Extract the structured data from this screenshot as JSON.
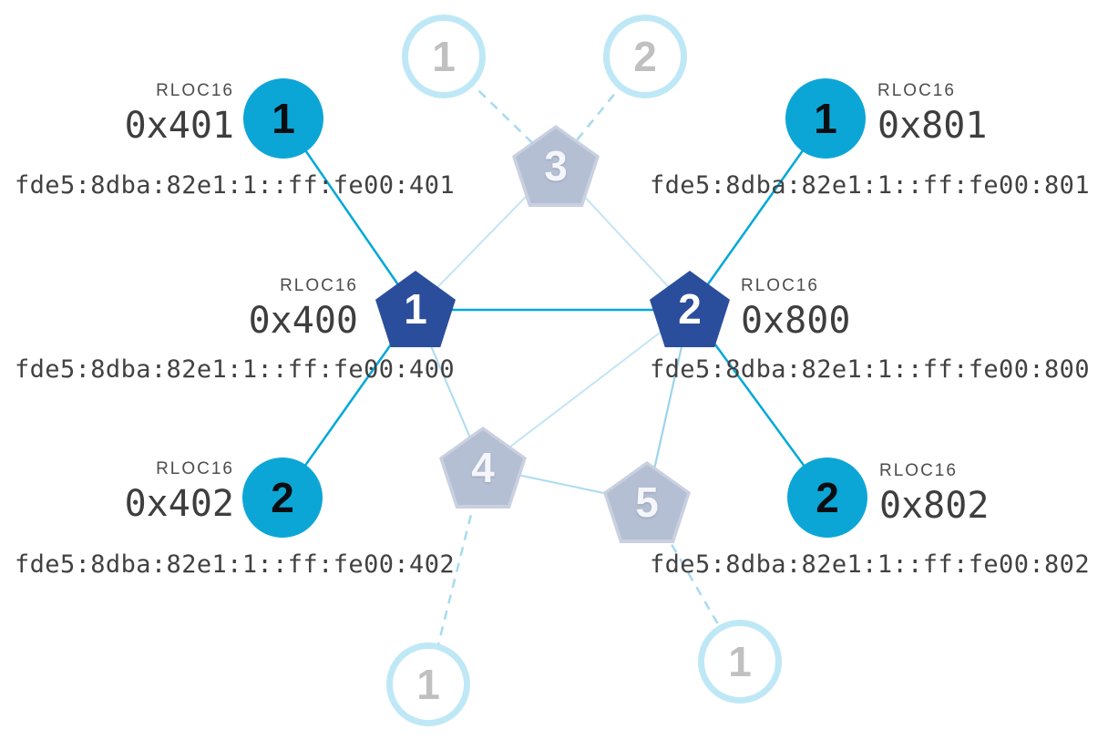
{
  "diagram": {
    "title": "thread-network-rloc16-topology",
    "rloc16_label": "RLOC16",
    "colors": {
      "router_active_fill": "#2b4e9c",
      "router_faded_fill": "#b5bfd4",
      "child_active_fill": "#0ca6d6",
      "ghost_circle_ring": "#bfe8f6",
      "link_child": "#00a8d8",
      "link_mesh": "#c3e5f5",
      "link_dashed": "#a7daef",
      "caption_gray": "#4d4d4d",
      "value_dark": "#3e3e3e"
    },
    "routers": [
      {
        "id": "router-1",
        "number": "1",
        "state": "active",
        "rloc16": "0x400",
        "ipv6": "fde5:8dba:82e1:1::ff:fe00:400"
      },
      {
        "id": "router-2",
        "number": "2",
        "state": "active",
        "rloc16": "0x800",
        "ipv6": "fde5:8dba:82e1:1::ff:fe00:800"
      },
      {
        "id": "router-3",
        "number": "3",
        "state": "faded"
      },
      {
        "id": "router-4",
        "number": "4",
        "state": "faded"
      },
      {
        "id": "router-5",
        "number": "5",
        "state": "faded"
      }
    ],
    "children": [
      {
        "id": "child-401",
        "number": "1",
        "state": "active",
        "parent": "router-1",
        "rloc16": "0x401",
        "ipv6": "fde5:8dba:82e1:1::ff:fe00:401"
      },
      {
        "id": "child-402",
        "number": "2",
        "state": "active",
        "parent": "router-1",
        "rloc16": "0x402",
        "ipv6": "fde5:8dba:82e1:1::ff:fe00:402"
      },
      {
        "id": "child-801",
        "number": "1",
        "state": "active",
        "parent": "router-2",
        "rloc16": "0x801",
        "ipv6": "fde5:8dba:82e1:1::ff:fe00:801"
      },
      {
        "id": "child-802",
        "number": "2",
        "state": "active",
        "parent": "router-2",
        "rloc16": "0x802",
        "ipv6": "fde5:8dba:82e1:1::ff:fe00:802"
      },
      {
        "id": "child-top-1",
        "number": "1",
        "state": "inactive",
        "parent": "router-3"
      },
      {
        "id": "child-top-2",
        "number": "2",
        "state": "inactive",
        "parent": "router-3"
      },
      {
        "id": "child-bottom-left-1",
        "number": "1",
        "state": "inactive",
        "parent": "router-4"
      },
      {
        "id": "child-bottom-right-1",
        "number": "1",
        "state": "inactive",
        "parent": "router-5"
      }
    ],
    "links": [
      {
        "from": "router-1",
        "to": "router-2",
        "style": "child-link"
      },
      {
        "from": "child-401",
        "to": "router-1",
        "style": "child-link"
      },
      {
        "from": "child-402",
        "to": "router-1",
        "style": "child-link"
      },
      {
        "from": "child-801",
        "to": "router-2",
        "style": "child-link"
      },
      {
        "from": "child-802",
        "to": "router-2",
        "style": "child-link"
      },
      {
        "from": "router-1",
        "to": "router-3",
        "style": "mesh"
      },
      {
        "from": "router-2",
        "to": "router-3",
        "style": "mesh"
      },
      {
        "from": "router-1",
        "to": "router-4",
        "style": "mesh"
      },
      {
        "from": "router-2",
        "to": "router-4",
        "style": "mesh"
      },
      {
        "from": "router-2",
        "to": "router-5",
        "style": "mesh"
      },
      {
        "from": "router-4",
        "to": "router-5",
        "style": "mesh"
      },
      {
        "from": "child-top-1",
        "to": "router-3",
        "style": "dashed"
      },
      {
        "from": "child-top-2",
        "to": "router-3",
        "style": "dashed"
      },
      {
        "from": "router-4",
        "to": "child-bottom-left-1",
        "style": "dashed"
      },
      {
        "from": "router-5",
        "to": "child-bottom-right-1",
        "style": "dashed"
      }
    ]
  }
}
